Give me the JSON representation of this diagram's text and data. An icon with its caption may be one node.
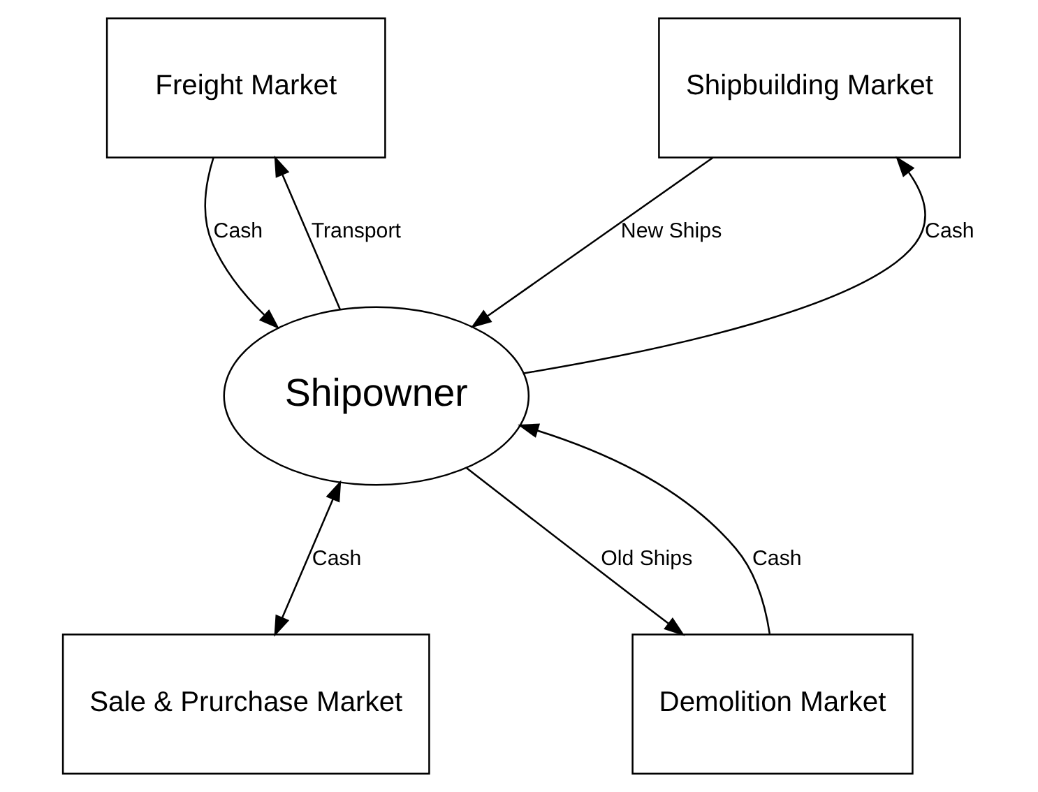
{
  "diagram": {
    "nodes": [
      {
        "text": [
          "Freight Market"
        ]
      },
      {
        "text": [
          "Shipbuilding Market"
        ]
      },
      {
        "text": [
          "Shipowner"
        ]
      },
      {
        "text": [
          "Sale & Prurchase Market"
        ]
      },
      {
        "text": [
          "Demolition Market"
        ]
      }
    ],
    "edges": [
      {
        "from": 0,
        "to": 2,
        "arrow": "to",
        "label": "Cash"
      },
      {
        "from": 2,
        "to": 0,
        "arrow": "to",
        "label": "Transport"
      },
      {
        "from": 2,
        "to": 1,
        "arrow": "to",
        "label": "Cash"
      },
      {
        "from": 1,
        "to": 2,
        "arrow": "to",
        "label": "New Ships"
      },
      {
        "from": 2,
        "to": 3,
        "arrow": "both",
        "label": "Cash"
      },
      {
        "from": 2,
        "to": 4,
        "arrow": "to",
        "label": "Old Ships"
      },
      {
        "from": 4,
        "to": 2,
        "arrow": "to",
        "label": "Cash"
      }
    ]
  }
}
